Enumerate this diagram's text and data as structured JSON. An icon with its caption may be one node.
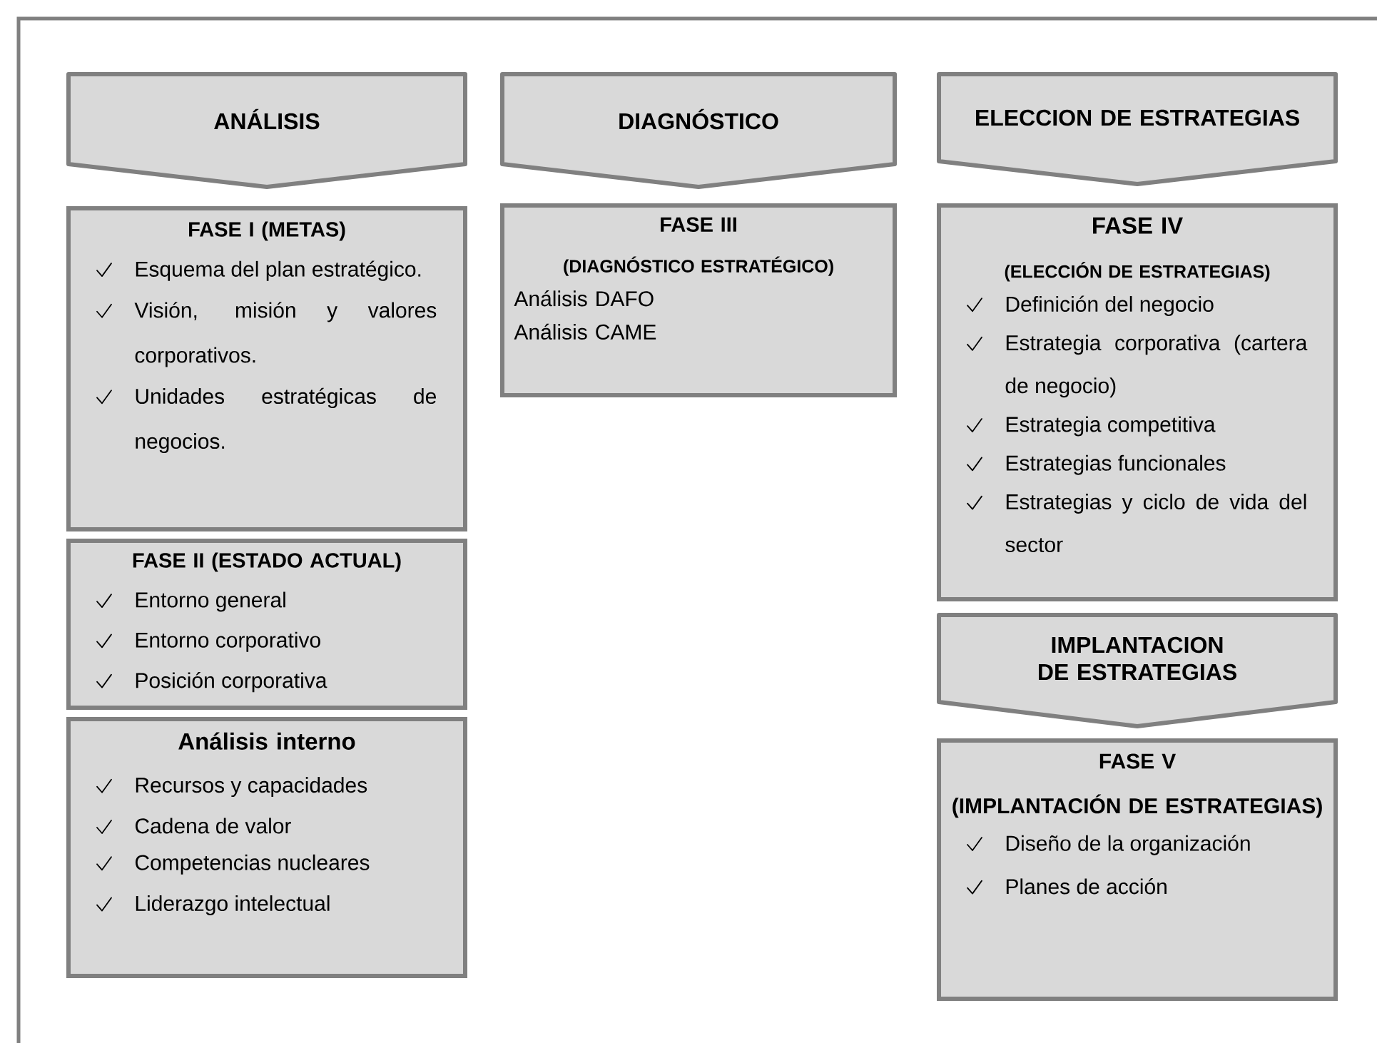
{
  "diagram": {
    "nodes": [
      {
        "text": [
          "ANÁLISIS"
        ]
      },
      {
        "text": [
          "FASE I (METAS)",
          "Esquema del plan estratégico.",
          "Visión, misión y valores corporativos.",
          "Unidades estratégicas de negocios."
        ]
      },
      {
        "text": [
          "FASE II (ESTADO ACTUAL)",
          "Entorno general",
          "Entorno corporativo",
          "Posición corporativa"
        ]
      },
      {
        "text": [
          "Análisis interno",
          "Recursos y capacidades",
          "Cadena de valor",
          "Competencias nucleares",
          "Liderazgo intelectual"
        ]
      },
      {
        "text": [
          "DIAGNÓSTICO"
        ]
      },
      {
        "text": [
          "FASE III",
          "(DIAGNÓSTICO ESTRATÉGICO)",
          "Análisis DAFO",
          "Análisis CAME"
        ]
      },
      {
        "text": [
          "ELECCION DE ESTRATEGIAS"
        ]
      },
      {
        "text": [
          "FASE IV",
          "(ELECCIÓN DE ESTRATEGIAS)",
          "Definición del negocio",
          "Estrategia corporativa (cartera de negocio)",
          "Estrategia competitiva",
          "Estrategias funcionales",
          "Estrategias y ciclo de vida del sector"
        ]
      },
      {
        "text": [
          "IMPLANTACION DE ESTRATEGIAS"
        ]
      },
      {
        "text": [
          "FASE V",
          "(IMPLANTACIÓN DE ESTRATEGIAS)",
          "Diseño de la organización",
          "Planes de acción"
        ]
      }
    ]
  }
}
